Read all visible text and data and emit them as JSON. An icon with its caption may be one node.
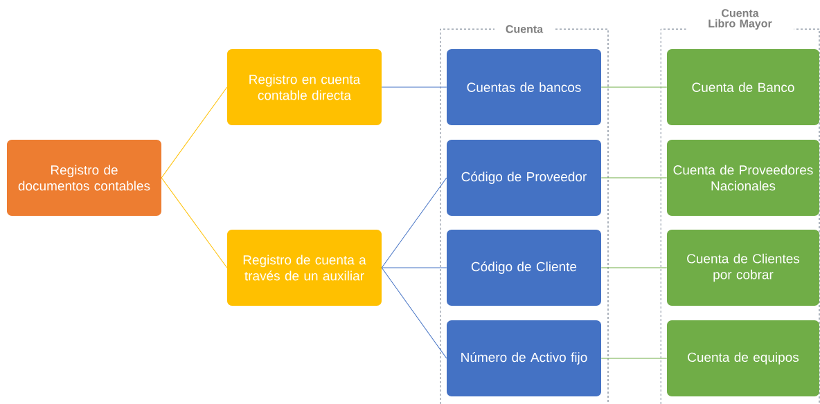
{
  "diagram": {
    "nodes": [
      {
        "text": [
          "Registro de documentos contables"
        ]
      },
      {
        "text": [
          "Registro en cuenta contable directa"
        ]
      },
      {
        "text": [
          "Registro de cuenta a través de un auxiliar"
        ]
      },
      {
        "text": [
          "Cuenta"
        ]
      },
      {
        "text": [
          "Cuentas de bancos"
        ],
        "in": 3
      },
      {
        "text": [
          "Código de Proveedor"
        ],
        "in": 3
      },
      {
        "text": [
          "Código de Cliente"
        ],
        "in": 3
      },
      {
        "text": [
          "Número de Activo fijo"
        ],
        "in": 3
      },
      {
        "text": [
          "Cuenta Libro Mayor"
        ]
      },
      {
        "text": [
          "Cuenta de Banco"
        ],
        "in": 8
      },
      {
        "text": [
          "Cuenta de Proveedores Nacionales"
        ],
        "in": 8
      },
      {
        "text": [
          "Cuenta de Clientes por cobrar"
        ],
        "in": 8
      },
      {
        "text": [
          "Cuenta de equipos"
        ],
        "in": 8
      }
    ],
    "edges": [
      {
        "from": 0,
        "to": 1,
        "arrow": "none",
        "color": "#ffc000"
      },
      {
        "from": 0,
        "to": 2,
        "arrow": "none",
        "color": "#ffc000"
      },
      {
        "from": 1,
        "to": 4,
        "arrow": "none",
        "color": "#4472c4"
      },
      {
        "from": 2,
        "to": 5,
        "arrow": "none",
        "color": "#4472c4"
      },
      {
        "from": 2,
        "to": 6,
        "arrow": "none",
        "color": "#4472c4"
      },
      {
        "from": 2,
        "to": 7,
        "arrow": "none",
        "color": "#4472c4"
      },
      {
        "from": 4,
        "to": 9,
        "arrow": "none",
        "color": "#70ad47"
      },
      {
        "from": 5,
        "to": 10,
        "arrow": "none",
        "color": "#70ad47"
      },
      {
        "from": 6,
        "to": 11,
        "arrow": "none",
        "color": "#70ad47"
      },
      {
        "from": 7,
        "to": 12,
        "arrow": "none",
        "color": "#70ad47"
      }
    ]
  }
}
